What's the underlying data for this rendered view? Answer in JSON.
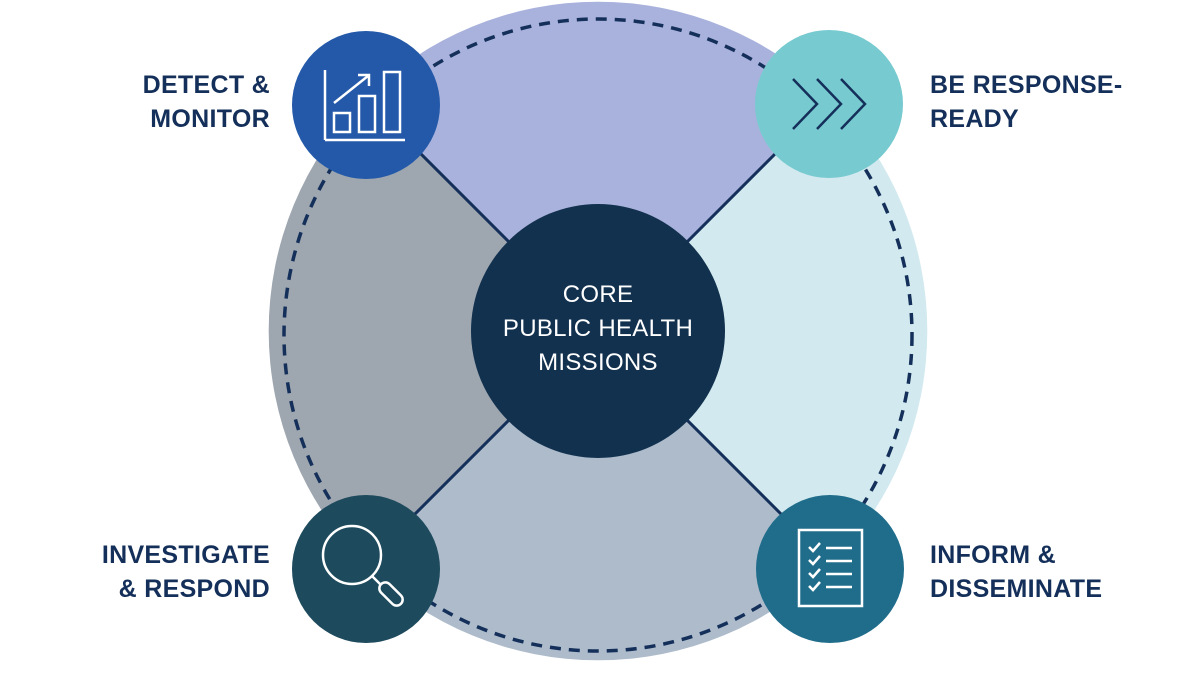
{
  "center": {
    "line1": "CORE",
    "line2": "PUBLIC HEALTH",
    "line3": "MISSIONS"
  },
  "missions": [
    {
      "line1": "DETECT &",
      "line2": "MONITOR",
      "icon": "bar-chart-trend-icon"
    },
    {
      "line1": "BE RESPONSE-",
      "line2": "READY",
      "icon": "triple-chevron-right-icon"
    },
    {
      "line1": "INVESTIGATE",
      "line2": "& RESPOND",
      "icon": "magnifying-glass-icon"
    },
    {
      "line1": "INFORM &",
      "line2": "DISSEMINATE",
      "icon": "checklist-icon"
    }
  ],
  "colors": {
    "quadrant_top": "#a9b2dc",
    "quadrant_right": "#d2eaef",
    "quadrant_bottom": "#adbbcb",
    "quadrant_left": "#9ea6b0",
    "center": "#12314f",
    "icon_detect": "#2359a8",
    "icon_ready": "#77cad0",
    "icon_investigate": "#1d4a5c",
    "icon_inform": "#206d8b",
    "dashed_ring": "#14305a",
    "label_text": "#14305a"
  }
}
